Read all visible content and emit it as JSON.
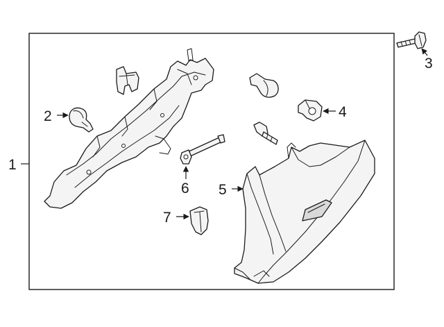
{
  "diagram": {
    "callouts": [
      {
        "id": "1",
        "label": "1"
      },
      {
        "id": "2",
        "label": "2"
      },
      {
        "id": "3",
        "label": "3"
      },
      {
        "id": "4",
        "label": "4"
      },
      {
        "id": "5",
        "label": "5"
      },
      {
        "id": "6",
        "label": "6"
      },
      {
        "id": "7",
        "label": "7"
      }
    ],
    "colors": {
      "stroke": "#1a1a1a",
      "part_fill": "#f4f4f4",
      "background": "#ffffff"
    }
  }
}
